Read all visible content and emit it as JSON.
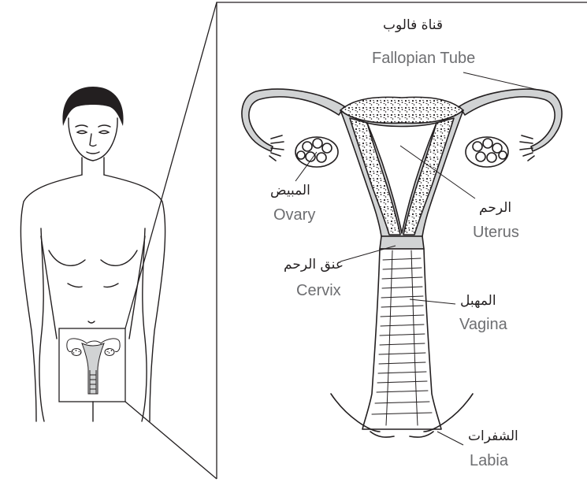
{
  "labels": {
    "fallopian_tube": {
      "ar": "قناة فالوب",
      "en": "Fallopian Tube"
    },
    "ovary": {
      "ar": "المبيض",
      "en": "Ovary"
    },
    "uterus": {
      "ar": "الرحم",
      "en": "Uterus"
    },
    "cervix": {
      "ar": "عنق الرحم",
      "en": "Cervix"
    },
    "vagina": {
      "ar": "المهبل",
      "en": "Vagina"
    },
    "labia": {
      "ar": "الشفرات",
      "en": "Labia"
    }
  },
  "colors": {
    "line": "#231f20",
    "fill_gray": "#d1d3d4",
    "english_text": "#6d6e71"
  }
}
